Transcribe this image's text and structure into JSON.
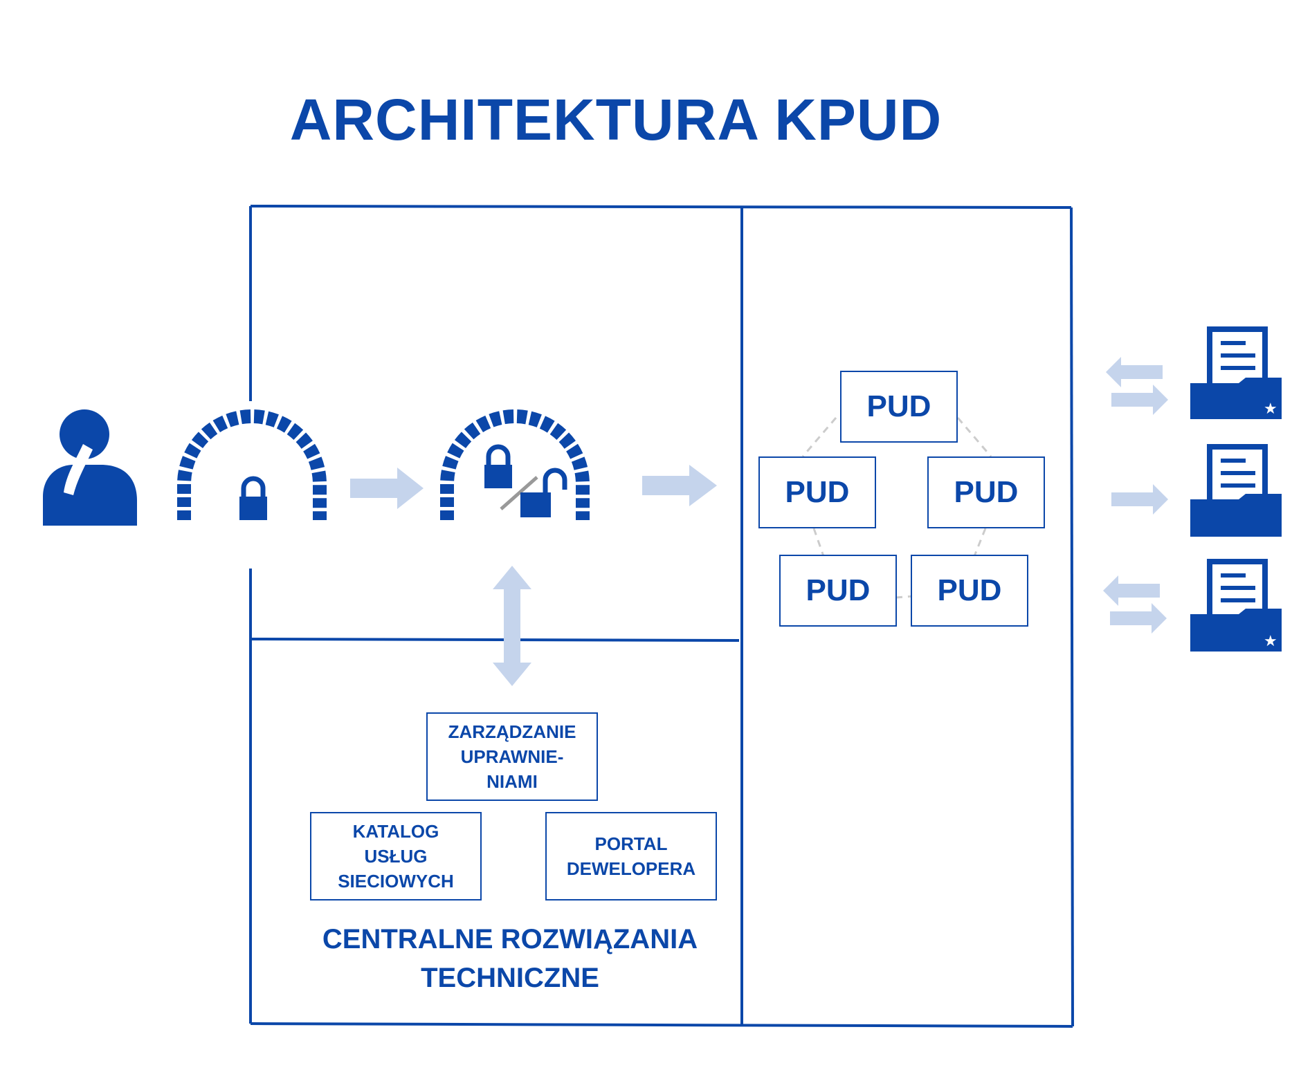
{
  "title": "ARCHITEKTURA KPUD",
  "colors": {
    "primary": "#0b47a9",
    "arrow": "#c5d4ec",
    "dashed": "#cccccc"
  },
  "icons": {
    "user": "person-thinking-icon",
    "gateway_closed": "arch-lock-icon",
    "gateway_mixed": "arch-lock-unlock-icon",
    "folders": "document-folder-icon"
  },
  "pud_nodes": [
    "PUD",
    "PUD",
    "PUD",
    "PUD",
    "PUD"
  ],
  "central": {
    "permissions": "ZARZĄDZANIE\nUPRAWNIE-\nNIAMI",
    "catalog": "KATALOG\nUSŁUG\nSIECIOWYCH",
    "portal": "PORTAL\nDEWELOPERA",
    "section_label": "CENTRALNE ROZWIĄZANIA\nTECHNICZNE"
  }
}
